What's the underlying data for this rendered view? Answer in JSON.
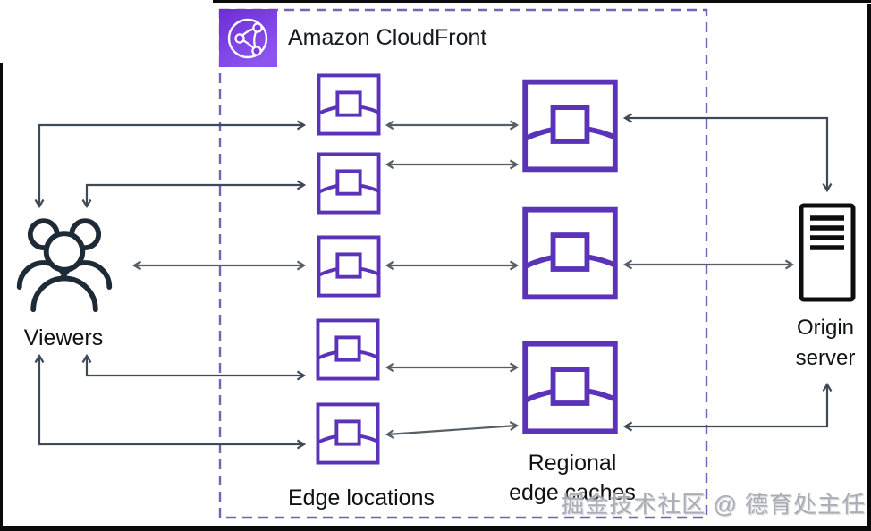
{
  "diagram": {
    "title": "Amazon CloudFront",
    "watermark": "掘金技术社区 @ 德育处主任",
    "nodes": {
      "viewers": {
        "label": "Viewers"
      },
      "edge_locations": {
        "label": "Edge locations",
        "count": 5
      },
      "regional_edge_caches": {
        "label": "Regional edge caches",
        "label_line1": "Regional",
        "label_line2": "edge caches",
        "count": 3
      },
      "origin_server": {
        "label": "Origin server",
        "label_line1": "Origin",
        "label_line2": "server"
      }
    },
    "colors": {
      "node_purple": "#5b33b8",
      "boundary_purple": "#6f63ba",
      "logo_purple_dark": "#6b2ed6",
      "logo_purple_light": "#8d55f0",
      "dark_arrow": "#3e4a58",
      "gray_arrow": "#575f66",
      "people_dark": "#1f2a37",
      "server_black": "#0d0d0d"
    }
  }
}
